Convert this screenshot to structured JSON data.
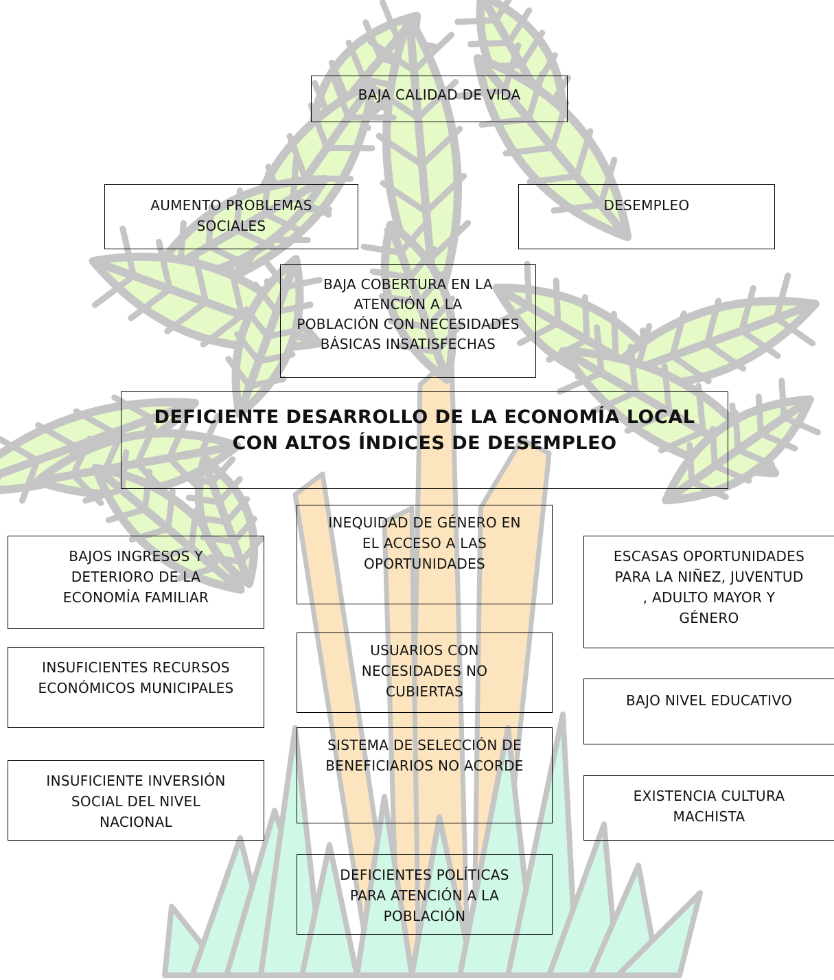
{
  "colors": {
    "leaf_fill": "#e6fac8",
    "leaf_outline": "#c5c5c5",
    "trunk_fill": "#fbe4be",
    "grass_fill": "#d0f8e6",
    "text": "#111111",
    "border": "#000000"
  },
  "effects": {
    "top": "BAJA CALIDAD DE VIDA",
    "left": "AUMENTO PROBLEMAS\nSOCIALES",
    "right": "DESEMPLEO",
    "middle": "BAJA COBERTURA  EN LA\nATENCIÓN A LA\nPOBLACIÓN CON NECESIDADES\nBÁSICAS INSATISFECHAS"
  },
  "central_problem": "DEFICIENTE  DESARROLLO DE LA ECONOMÍA LOCAL\nCON ALTOS ÍNDICES DE DESEMPLEO",
  "causes": {
    "left": [
      "BAJOS INGRESOS Y\nDETERIORO DE LA\nECONOMÍA FAMILIAR",
      "INSUFICIENTES RECURSOS\nECONÓMICOS MUNICIPALES",
      "INSUFICIENTE INVERSIÓN\nSOCIAL DEL NIVEL\nNACIONAL"
    ],
    "center": [
      "INEQUIDAD DE GÉNERO EN\nEL ACCESO A LAS\nOPORTUNIDADES",
      "USUARIOS CON\nNECESIDADES NO\nCUBIERTAS",
      "SISTEMA DE SELECCIÓN DE\nBENEFICIARIOS NO ACORDE",
      "DEFICIENTES POLÍTICAS\nPARA ATENCIÓN A LA\nPOBLACIÓN"
    ],
    "right": [
      "ESCASAS OPORTUNIDADES\nPARA LA NIÑEZ, JUVENTUD\n, ADULTO MAYOR Y\nGÉNERO",
      "BAJO NIVEL EDUCATIVO",
      "EXISTENCIA CULTURA\nMACHISTA"
    ]
  }
}
